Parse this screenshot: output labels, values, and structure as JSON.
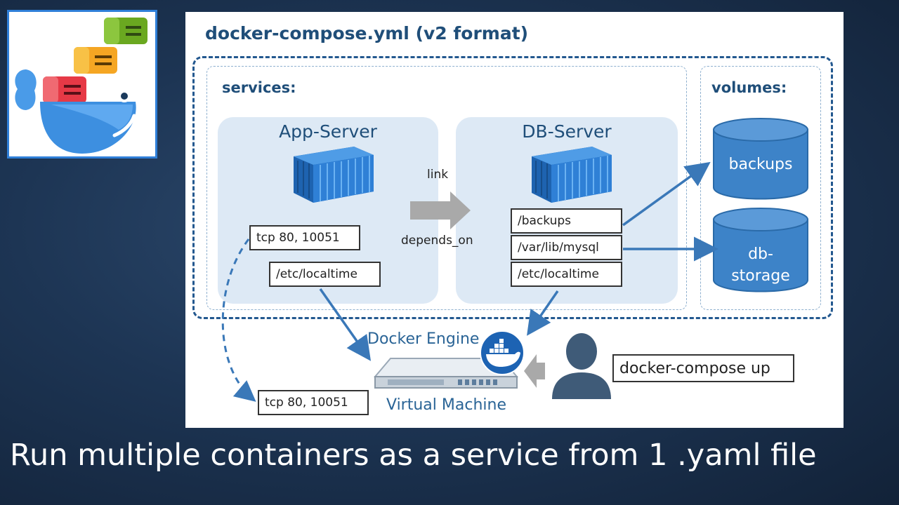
{
  "diagram": {
    "title": "docker-compose.yml (v2 format)",
    "services_label": "services:",
    "volumes_label": "volumes:",
    "app_server": {
      "title": "App-Server",
      "ports_tag": "tcp 80, 10051",
      "volume_tag": "/etc/localtime"
    },
    "db_server": {
      "title": "DB-Server",
      "volume_tags": [
        "/backups",
        "/var/lib/mysql",
        "/etc/localtime"
      ]
    },
    "link_label": "link",
    "depends_label": "depends_on",
    "volumes": [
      "backups",
      "db-",
      "storage"
    ],
    "engine_label": "Docker Engine",
    "vm_label": "Virtual Machine",
    "host_ports_tag": "tcp 80, 10051",
    "command": "docker-compose up"
  },
  "caption": "Run multiple containers as a service from 1 .yaml file",
  "colors": {
    "accent": "#1f4e79",
    "server_bg": "#dde9f5",
    "arrow": "#3a78b8",
    "container": "#2a7fd1",
    "background": "#1d3554"
  }
}
